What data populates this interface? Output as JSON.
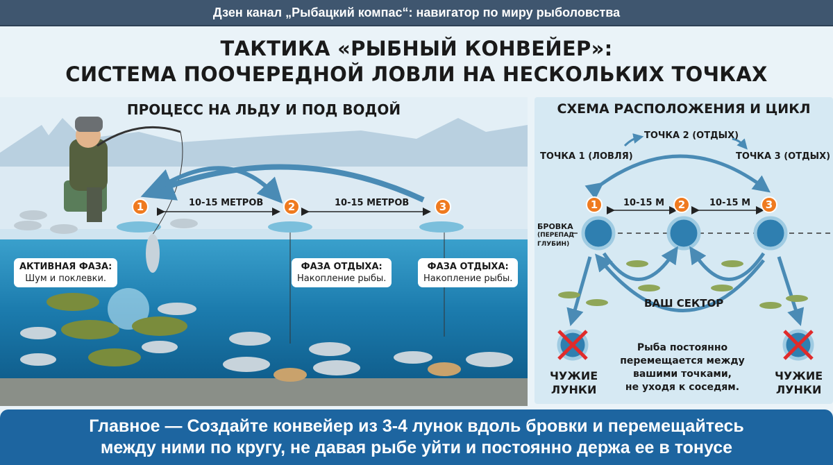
{
  "header": {
    "channel": "Дзен канал „Рыбацкий компас“: навигатор по миру рыболовства"
  },
  "title": {
    "line1": "ТАКТИКА «РЫБНЫЙ КОНВЕЙЕР»:",
    "line2": "СИСТЕМА ПООЧЕРЕДНОЙ ЛОВЛИ НА НЕСКОЛЬКИХ ТОЧКАХ"
  },
  "scene": {
    "title": "ПРОЦЕСС НА ЛЬДУ И ПОД ВОДОЙ",
    "points": [
      "1",
      "2",
      "3"
    ],
    "distance_1_2": "10-15 МЕТРОВ",
    "distance_2_3": "10-15 МЕТРОВ",
    "bubbles": [
      {
        "title": "АКТИВНАЯ ФАЗА:",
        "text": "Шум и поклевки."
      },
      {
        "title": "ФАЗА ОТДЫХА:",
        "text": "Накопление рыбы."
      },
      {
        "title": "ФАЗА ОТДЫХА:",
        "text": "Накопление рыбы."
      }
    ]
  },
  "schema": {
    "title": "СХЕМА РАСПОЛОЖЕНИЯ И ЦИКЛ",
    "point1_label": "ТОЧКА 1 (ЛОВЛЯ)",
    "point2_label": "ТОЧКА 2 (ОТДЫХ)",
    "point3_label": "ТОЧКА 3 (ОТДЫХ)",
    "points": [
      "1",
      "2",
      "3"
    ],
    "distance_1_2": "10-15 М",
    "distance_2_3": "10-15 М",
    "edge_label_1": "БРОВКА",
    "edge_label_2": "(ПЕРЕПАД",
    "edge_label_3": "ГЛУБИН)",
    "sector_label": "ВАШ СЕКТОР",
    "foreign_holes_left": [
      "ЧУЖИЕ",
      "ЛУНКИ"
    ],
    "foreign_holes_right": [
      "ЧУЖИЕ",
      "ЛУНКИ"
    ],
    "note": [
      "Рыба постоянно",
      "перемещается между",
      "вашими точками,",
      "не уходя к соседям."
    ]
  },
  "footer": {
    "line1": "Главное — Создайте конвейер из 3-4 лунок вдоль бровки и перемещайтесь",
    "line2": "между ними по кругу, не давая рыбе уйти и постоянно держа ее в тонусе"
  },
  "colors": {
    "accent": "#ef7a1f",
    "water": "#1f7fae",
    "footer": "#1d65a0",
    "header": "#3f566f",
    "arrow": "#4a8bb5"
  }
}
